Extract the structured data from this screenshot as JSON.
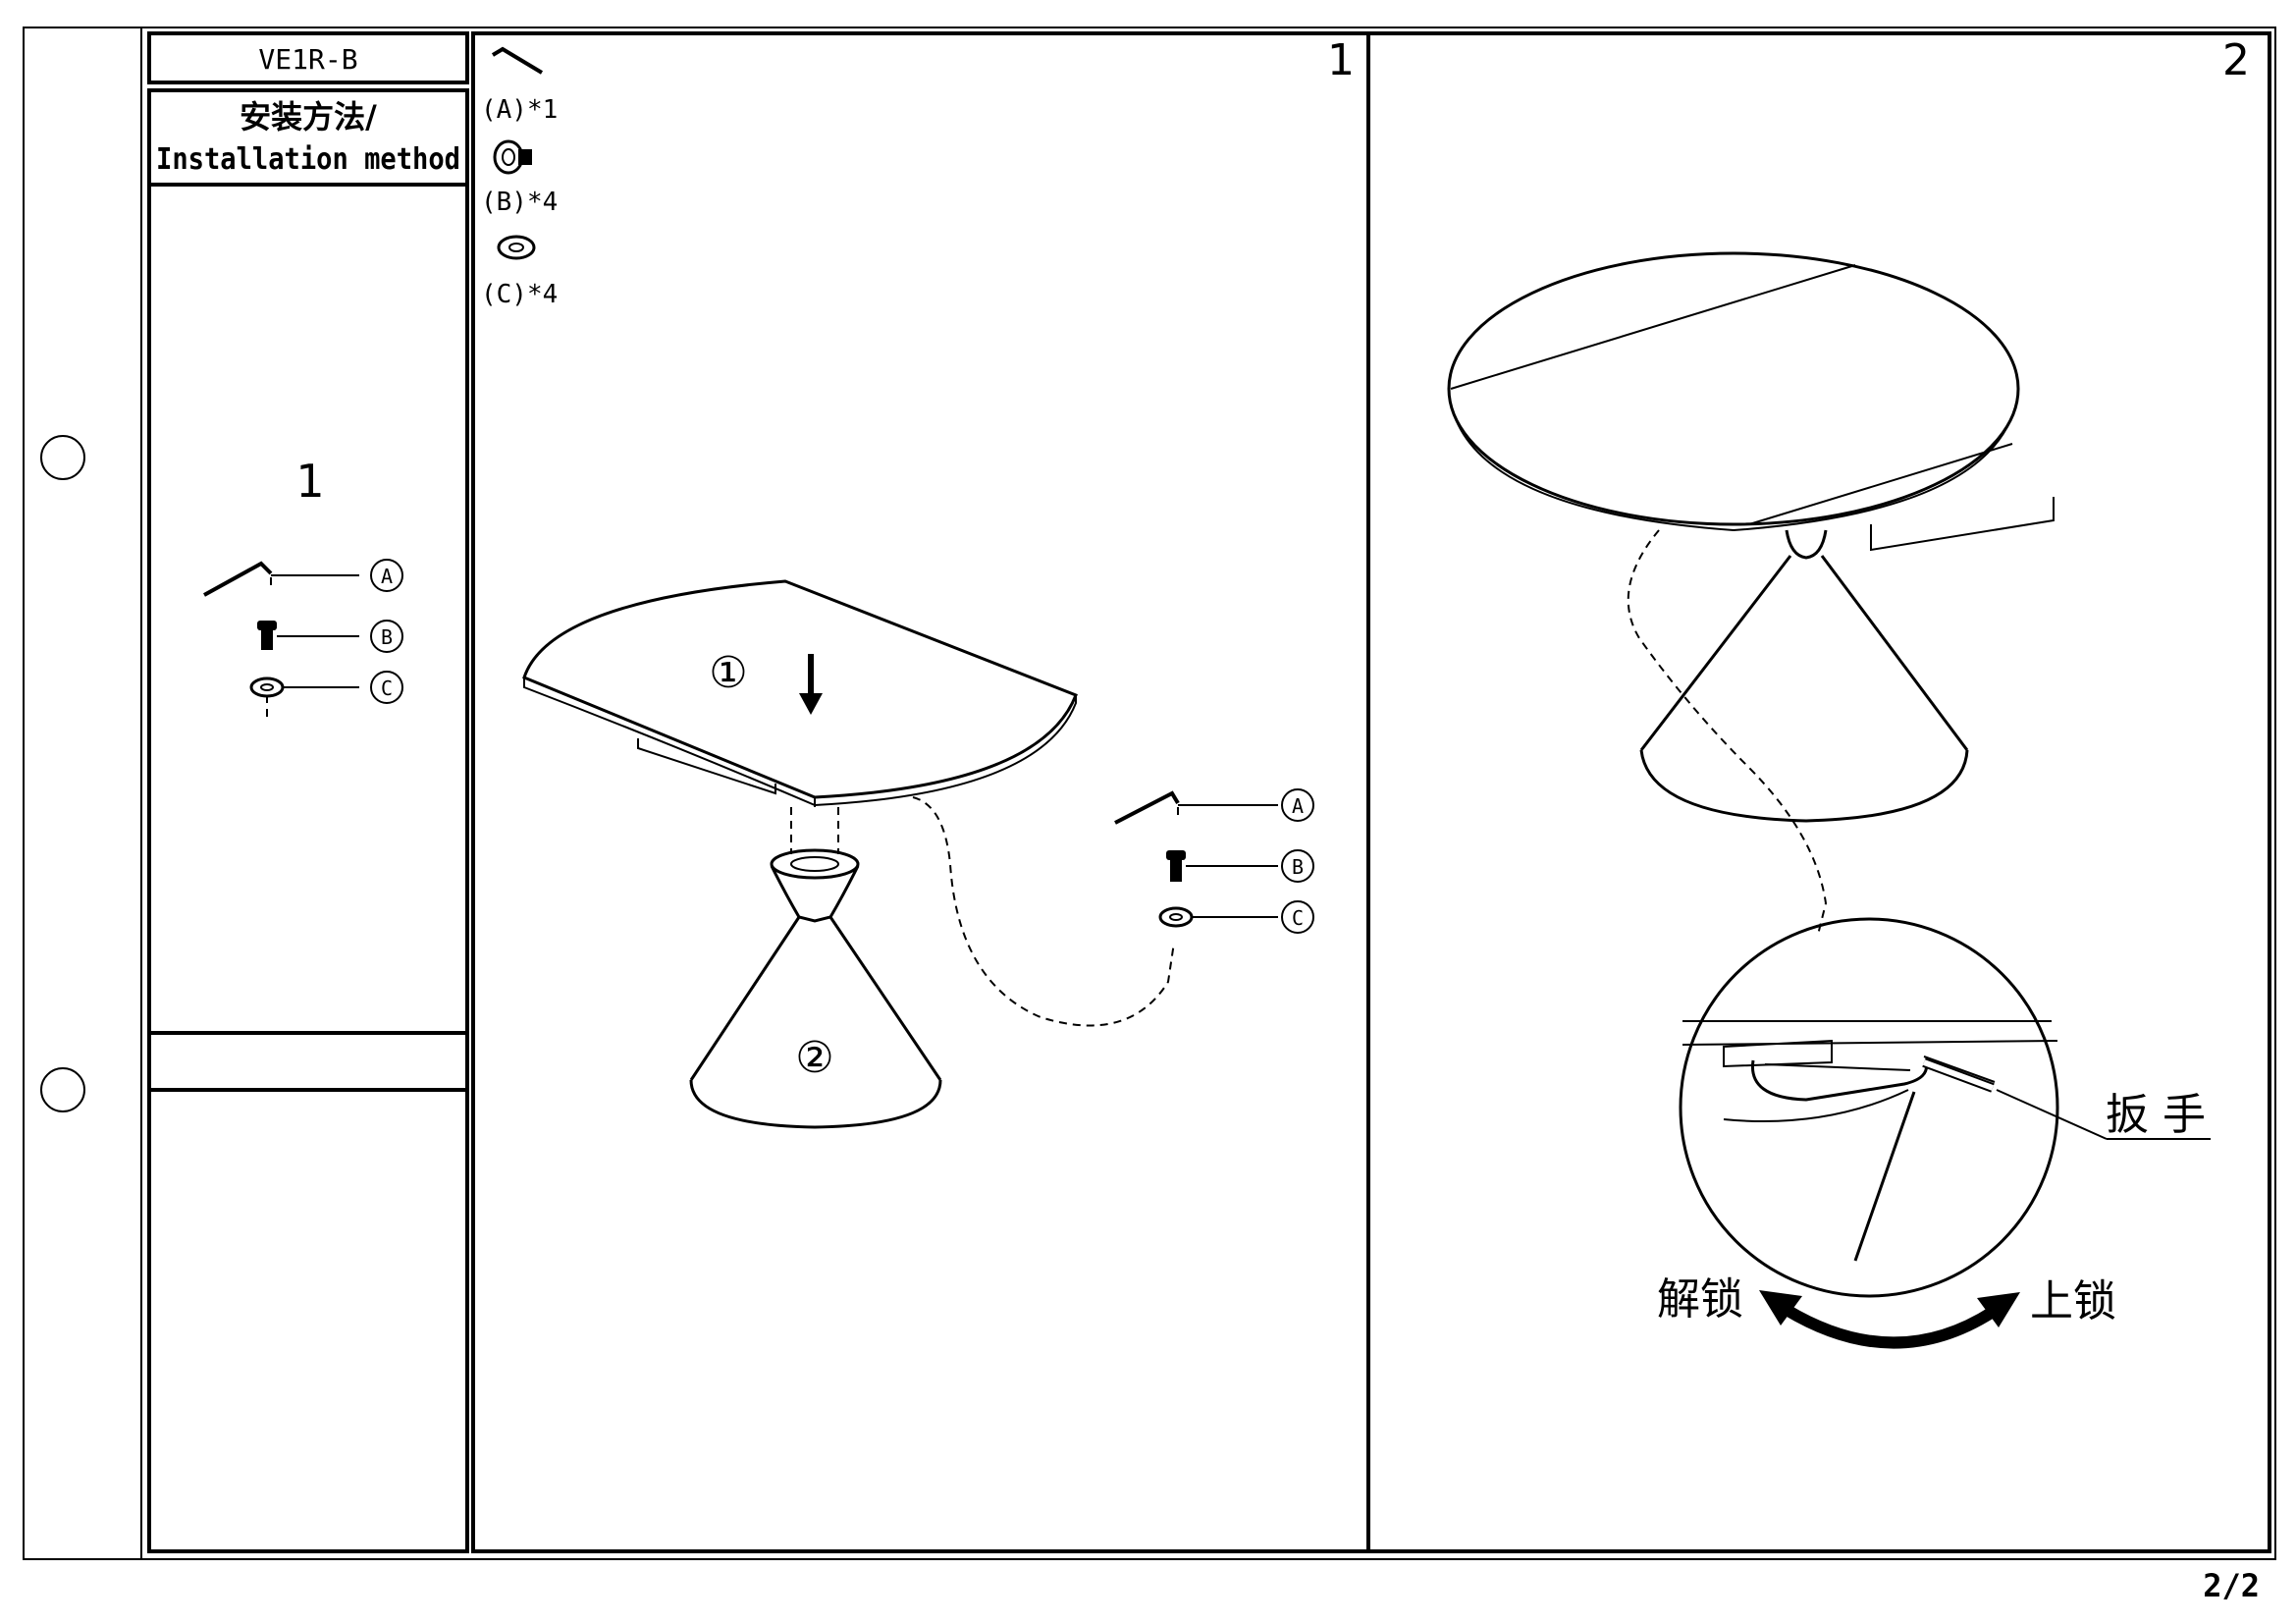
{
  "sidebar": {
    "model_code": "VE1R-B",
    "section_title_cn": "安装方法/",
    "section_title_en": "Installation method",
    "step_number": "1",
    "part_labels": [
      "A",
      "B",
      "C"
    ]
  },
  "parts_list": [
    {
      "label": "(A)*1",
      "icon": "allen-key-icon"
    },
    {
      "label": "(B)*4",
      "icon": "bolt-icon"
    },
    {
      "label": "(C)*4",
      "icon": "washer-icon"
    }
  ],
  "step1": {
    "panel_number": "1",
    "tabletop_marker": "①",
    "base_marker": "②",
    "part_labels": [
      "A",
      "B",
      "C"
    ]
  },
  "step2": {
    "panel_number": "2",
    "wrench_label": "扳 手",
    "unlock_label": "解锁",
    "lock_label": "上锁"
  },
  "page_number": "2/2"
}
